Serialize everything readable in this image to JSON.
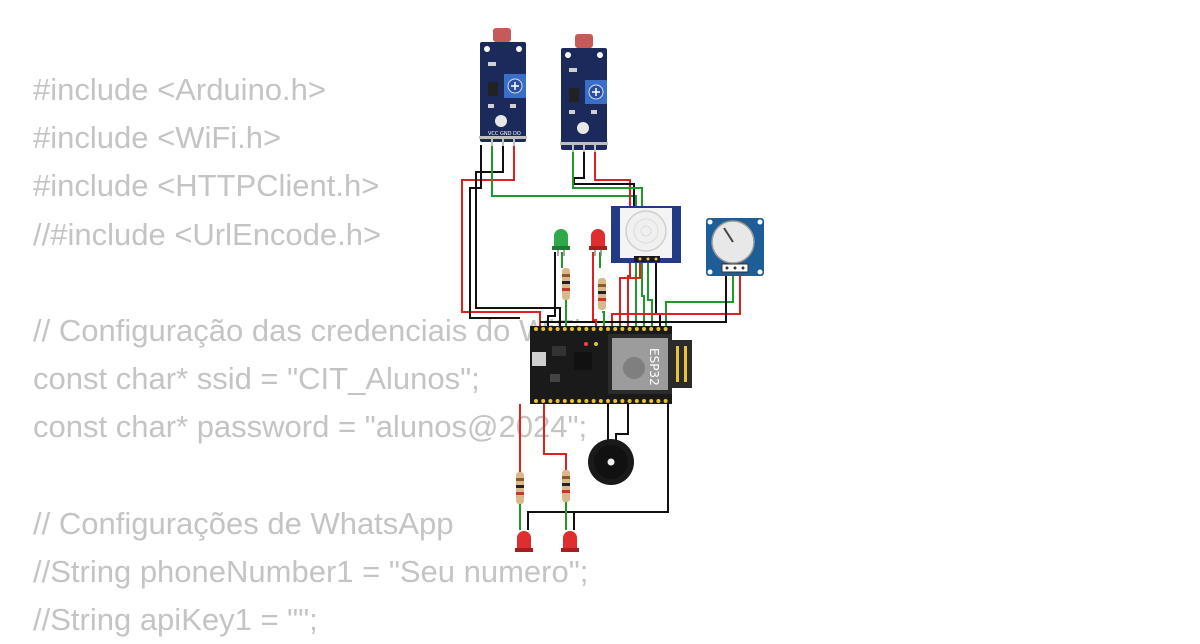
{
  "code_lines": [
    "#include <Arduino.h>",
    "#include <WiFi.h>",
    "#include <HTTPClient.h>",
    "//#include <UrlEncode.h>",
    "",
    "// Configuração das credenciais do WiFi",
    "const char* ssid = \"CIT_Alunos\";",
    "const char* password = \"alunos@2024\";",
    "",
    "// Configurações de WhatsApp",
    "//String phoneNumber1 = \"Seu numero\";",
    "//String apiKey1 = \"\";"
  ],
  "board": {
    "label": "ESP32"
  },
  "colors": {
    "code_text": "#c4c4c4",
    "wire_red": "#e02020",
    "wire_green": "#1f9a2a",
    "wire_black": "#111111",
    "module_blue": "#1b2a5a",
    "led_green": "#2fa84a",
    "led_red": "#e02d2d",
    "board_black": "#1a1a1a",
    "header_gold": "#e8c23a"
  },
  "components": {
    "ldr_sensor_1": "light-sensor-module",
    "ldr_sensor_2": "light-sensor-module",
    "pir_sensor": "pir-motion-sensor",
    "potentiometer": "rotary-potentiometer-module",
    "buzzer": "piezo-buzzer",
    "leds": [
      "green",
      "red",
      "red",
      "red"
    ],
    "resistors": 4
  }
}
